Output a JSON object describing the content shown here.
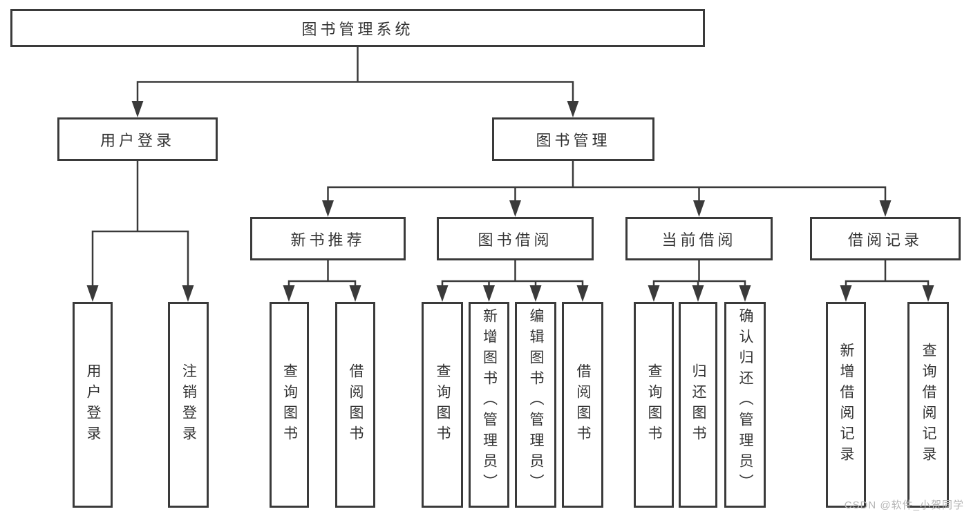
{
  "diagram": {
    "root": "图书管理系统",
    "branches": [
      {
        "label": "用户登录",
        "children": [
          {
            "label": "用户登录"
          },
          {
            "label": "注销登录"
          }
        ]
      },
      {
        "label": "图书管理",
        "children": [
          {
            "label": "新书推荐",
            "children": [
              {
                "label": "查询图书"
              },
              {
                "label": "借阅图书"
              }
            ]
          },
          {
            "label": "图书借阅",
            "children": [
              {
                "label": "查询图书"
              },
              {
                "label": "新增图书（管理员）"
              },
              {
                "label": "编辑图书（管理员）"
              },
              {
                "label": "借阅图书"
              }
            ]
          },
          {
            "label": "当前借阅",
            "children": [
              {
                "label": "查询图书"
              },
              {
                "label": "归还图书"
              },
              {
                "label": "确认归还（管理员）"
              }
            ]
          },
          {
            "label": "借阅记录",
            "children": [
              {
                "label": "新增借阅记录"
              },
              {
                "label": "查询借阅记录"
              }
            ]
          }
        ]
      }
    ]
  },
  "watermark": "CSDN @软件_小贺同学",
  "colors": {
    "line": "#3a3a3a",
    "text": "#333333",
    "background": "#ffffff",
    "watermark": "#b5b5b5"
  }
}
